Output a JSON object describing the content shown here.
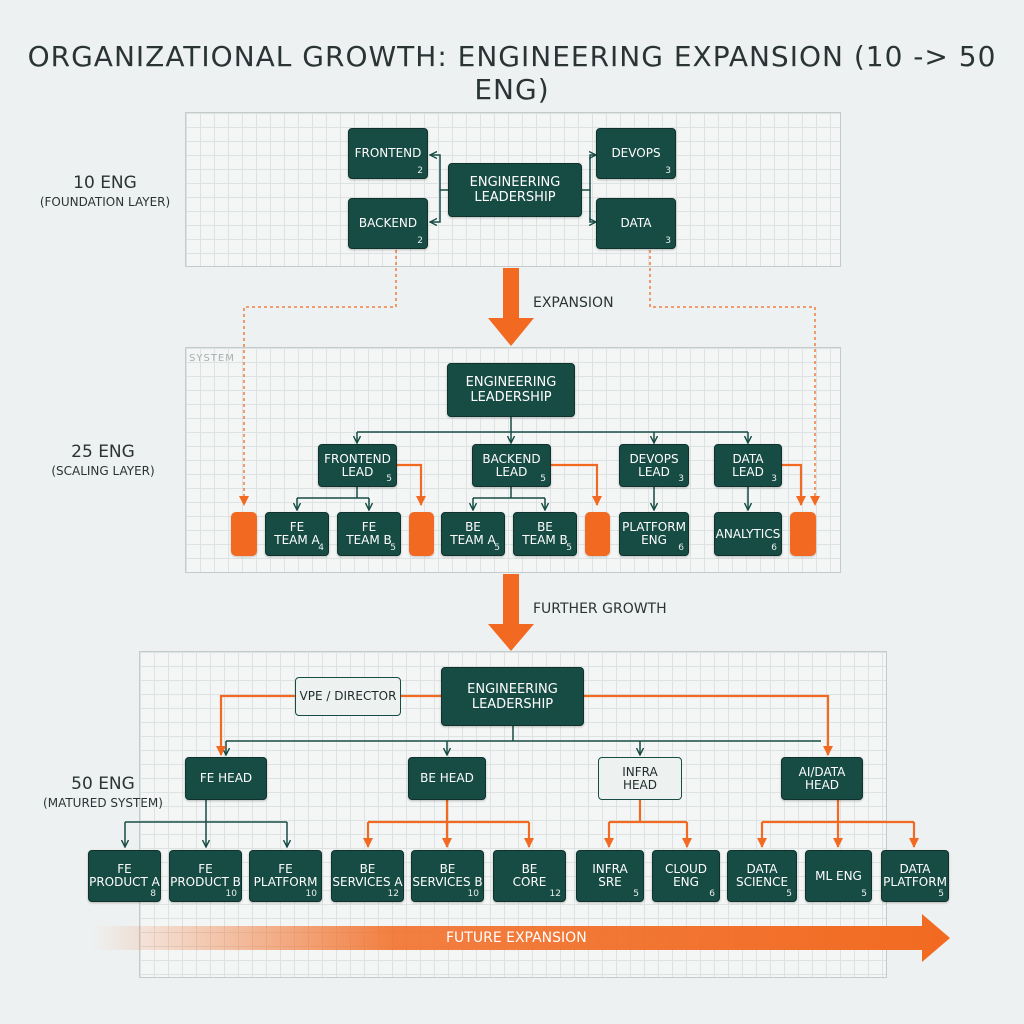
{
  "title": "ORGANIZATIONAL GROWTH: ENGINEERING EXPANSION (10 -> 50 ENG)",
  "colors": {
    "node": "#174c44",
    "accent": "#f26a21",
    "line": "#174c44",
    "background": "#eef1f1"
  },
  "stage1": {
    "label": "10 ENG",
    "sublabel": "(FOUNDATION LAYER)",
    "leadership": "ENGINEERING\nLEADERSHIP",
    "teams": [
      {
        "name": "FRONTEND",
        "count": "2"
      },
      {
        "name": "BACKEND",
        "count": "2"
      },
      {
        "name": "DEVOPS",
        "count": "3"
      },
      {
        "name": "DATA",
        "count": "3"
      }
    ]
  },
  "transition1": "EXPANSION",
  "stage2": {
    "tag": "SYSTEM",
    "label": "25 ENG",
    "sublabel": "(SCALING LAYER)",
    "leadership": "ENGINEERING\nLEADERSHIP",
    "leads": [
      {
        "name": "FRONTEND\nLEAD",
        "count": "5"
      },
      {
        "name": "BACKEND\nLEAD",
        "count": "5"
      },
      {
        "name": "DEVOPS\nLEAD",
        "count": "3"
      },
      {
        "name": "DATA\nLEAD",
        "count": "3"
      }
    ],
    "teams": [
      {
        "name": "FE\nTEAM A",
        "count": "4"
      },
      {
        "name": "FE\nTEAM B",
        "count": "5"
      },
      {
        "name": "BE\nTEAM A",
        "count": "5"
      },
      {
        "name": "BE\nTEAM B",
        "count": "5"
      },
      {
        "name": "PLATFORM\nENG",
        "count": "6"
      },
      {
        "name": "ANALYTICS",
        "count": "6"
      }
    ]
  },
  "transition2": "FURTHER GROWTH",
  "stage3": {
    "label": "50 ENG",
    "sublabel": "(MATURED SYSTEM)",
    "leadership": "ENGINEERING\nLEADERSHIP",
    "director": "VPE / DIRECTOR",
    "heads": [
      {
        "name": "FE HEAD"
      },
      {
        "name": "BE HEAD"
      },
      {
        "name": "INFRA\nHEAD"
      },
      {
        "name": "AI/DATA\nHEAD"
      }
    ],
    "teams": [
      {
        "name": "FE\nPRODUCT A",
        "count": "8"
      },
      {
        "name": "FE\nPRODUCT B",
        "count": "10"
      },
      {
        "name": "FE\nPLATFORM",
        "count": "10"
      },
      {
        "name": "BE\nSERVICES A",
        "count": "12"
      },
      {
        "name": "BE\nSERVICES B",
        "count": "10"
      },
      {
        "name": "BE\nCORE",
        "count": "12"
      },
      {
        "name": "INFRA\nSRE",
        "count": "5"
      },
      {
        "name": "CLOUD\nENG",
        "count": "6"
      },
      {
        "name": "DATA\nSCIENCE",
        "count": "5"
      },
      {
        "name": "ML ENG",
        "count": "5"
      },
      {
        "name": "DATA\nPLATFORM",
        "count": "5"
      }
    ]
  },
  "future": "FUTURE EXPANSION"
}
